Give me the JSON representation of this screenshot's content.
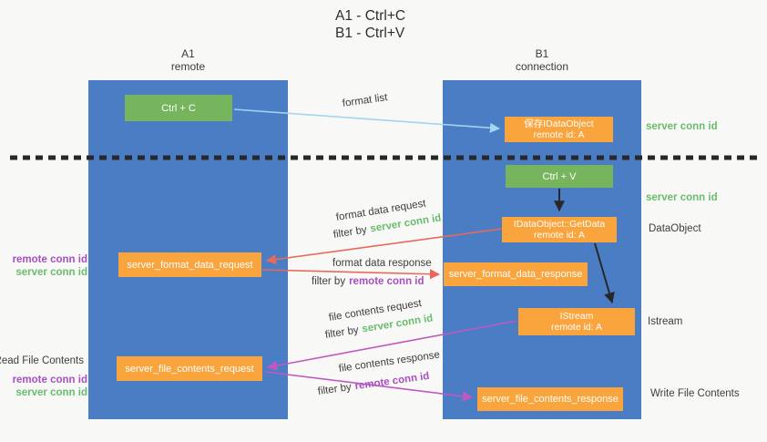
{
  "title": {
    "line1": "A1 - Ctrl+C",
    "line2": "B1 - Ctrl+V"
  },
  "columns": {
    "left": {
      "name": "A1",
      "subtitle": "remote"
    },
    "right": {
      "name": "B1",
      "subtitle": "connection"
    }
  },
  "boxes": {
    "ctrl_c": {
      "label": "Ctrl + C"
    },
    "save_dataobject": {
      "line1": "保存IDataObject",
      "line2": "remote id: A"
    },
    "ctrl_v": {
      "label": "Ctrl + V"
    },
    "getdata": {
      "line1": "IDataObject::GetData",
      "line2": "remote id: A"
    },
    "format_request": {
      "label": "server_format_data_request"
    },
    "format_response": {
      "label": "server_format_data_response"
    },
    "istream": {
      "line1": "IStream",
      "line2": "remote id: A"
    },
    "file_request": {
      "label": "server_file_contents_request"
    },
    "file_response": {
      "label": "server_file_contents_response"
    }
  },
  "right_labels": {
    "server_conn_top": "server conn id",
    "server_conn_mid": "server conn id",
    "dataobject": "DataObject",
    "istream": "Istream",
    "write_file": "Write File Contents"
  },
  "left_labels": {
    "block1": {
      "remote": "remote conn id",
      "server": "server conn id"
    },
    "read_file": "Read File Contents",
    "block2": {
      "remote": "remote conn id",
      "server": "server conn id"
    }
  },
  "flow_labels": {
    "format_list": "format list",
    "format_data_request": "format data request",
    "format_data_response": "format data response",
    "file_contents_request": "file contents request",
    "file_contents_response": "file contents response",
    "filter_by": "filter by",
    "server_conn_id": "server conn id",
    "remote_conn_id": "remote conn id"
  },
  "colors": {
    "background": "#f8f8f7",
    "column_blue": "#4a7dc4",
    "box_green": "#76b55e",
    "box_orange": "#f9a43c",
    "green_label": "#68bd6d",
    "purple_label": "#a94fc2",
    "arrow_blue": "#a3d4f0",
    "arrow_red": "#e8695a",
    "arrow_magenta": "#c158c1",
    "arrow_black": "#282828",
    "text_dark": "#3d3d3d"
  }
}
